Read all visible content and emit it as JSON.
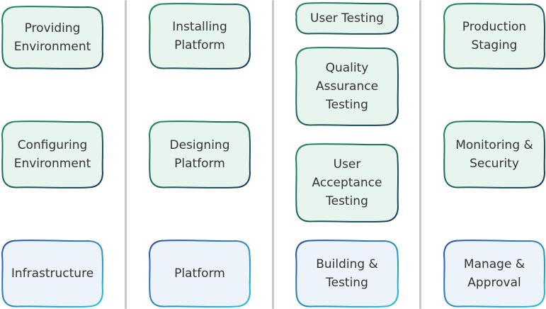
{
  "colors": {
    "green_fill": "#e8f5ef",
    "green_stroke_a": "#1f8a5e",
    "green_stroke_b": "#173c5c",
    "blue_fill": "#edf3fb",
    "blue_stroke_a": "#2f4bb5",
    "blue_stroke_b": "#1fc4d2",
    "divider": "#c8c8c8",
    "text": "#333333"
  },
  "columns": [
    {
      "nodes": [
        {
          "key": "providing-environment",
          "label": "Providing\nEnvironment",
          "style": "green"
        },
        {
          "key": "configuring-environment",
          "label": "Configuring\nEnvironment",
          "style": "green"
        },
        {
          "key": "infrastructure",
          "label": "Infrastructure",
          "style": "blue"
        }
      ]
    },
    {
      "nodes": [
        {
          "key": "installing-platform",
          "label": "Installing\nPlatform",
          "style": "green"
        },
        {
          "key": "designing-platform",
          "label": "Designing\nPlatform",
          "style": "green"
        },
        {
          "key": "platform",
          "label": "Platform",
          "style": "blue"
        }
      ]
    },
    {
      "nodes": [
        {
          "key": "user-testing",
          "label": "User Testing",
          "style": "green"
        },
        {
          "key": "quality-assurance-testing",
          "label": "Quality\nAssurance\nTesting",
          "style": "green"
        },
        {
          "key": "user-acceptance-testing",
          "label": "User\nAcceptance\nTesting",
          "style": "green"
        },
        {
          "key": "building-testing",
          "label": "Building &\nTesting",
          "style": "blue"
        }
      ]
    },
    {
      "nodes": [
        {
          "key": "production-staging",
          "label": "Production\nStaging",
          "style": "green"
        },
        {
          "key": "monitoring-security",
          "label": "Monitoring &\nSecurity",
          "style": "green"
        },
        {
          "key": "manage-approval",
          "label": "Manage &\nApproval",
          "style": "blue"
        }
      ]
    }
  ]
}
